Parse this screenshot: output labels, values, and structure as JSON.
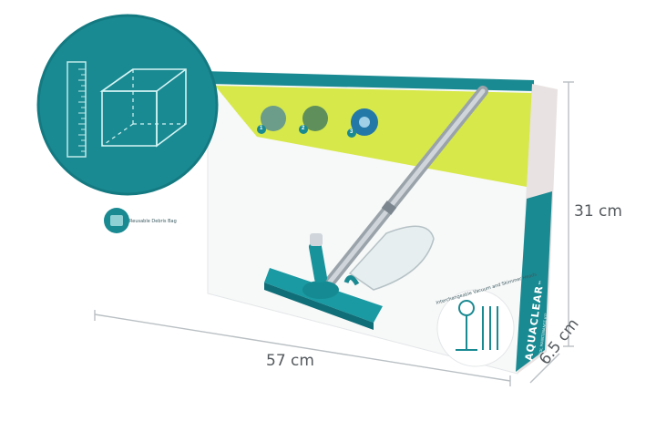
{
  "dimensions": {
    "width": "57 cm",
    "height": "31 cm",
    "depth": "6.5 cm"
  },
  "box": {
    "brand": "AQUACLEAR",
    "trademark": "™",
    "subtitle": "POOL MAINTENANCE KIT",
    "debris_bag_label": "Reusable Debris Bag",
    "kit_label": "Interchangeable Vacuum and Skimmer Heads",
    "steps": [
      "1",
      "2",
      "3"
    ]
  },
  "colors": {
    "teal": "#1a8a92",
    "teal_dark": "#0f6e78",
    "lime": "#d7e84a",
    "dimension_line": "#b9bfc3"
  }
}
